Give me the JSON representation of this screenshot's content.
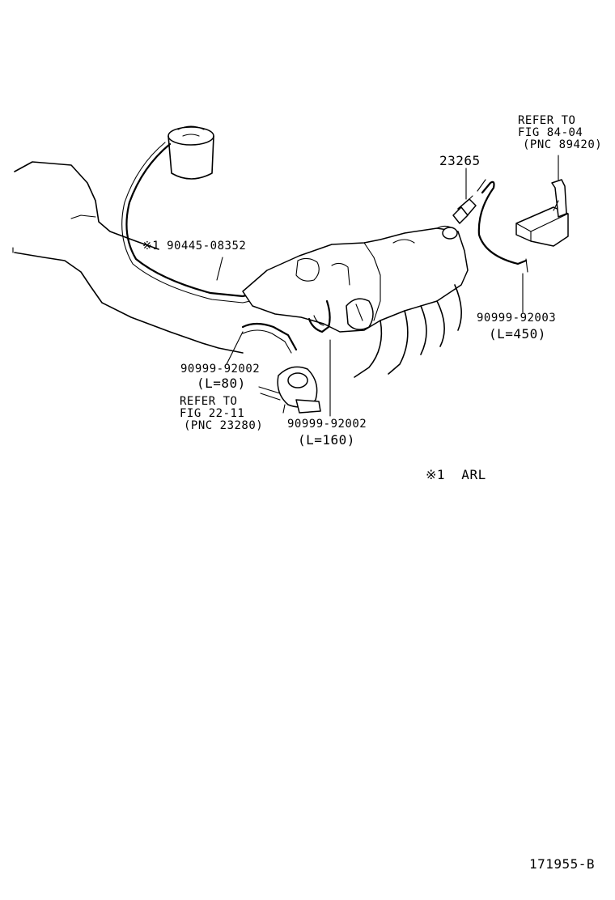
{
  "labels": {
    "refer_top": [
      "REFER TO",
      "FIG 84-04",
      "(PNC 89420)"
    ],
    "part_23265": "23265",
    "part_90445": "※1 90445-08352",
    "part_92003": "90999-92003",
    "len_450": "(L=450)",
    "part_92002_left": "90999-92002",
    "len_80": "(L=80)",
    "refer_bottom": [
      "REFER TO",
      "FIG 22-11",
      "(PNC 23280)"
    ],
    "part_92002_mid": "90999-92002",
    "len_160": "(L=160)",
    "note_1": "※1  ARL",
    "figure_id": "171955-B"
  }
}
